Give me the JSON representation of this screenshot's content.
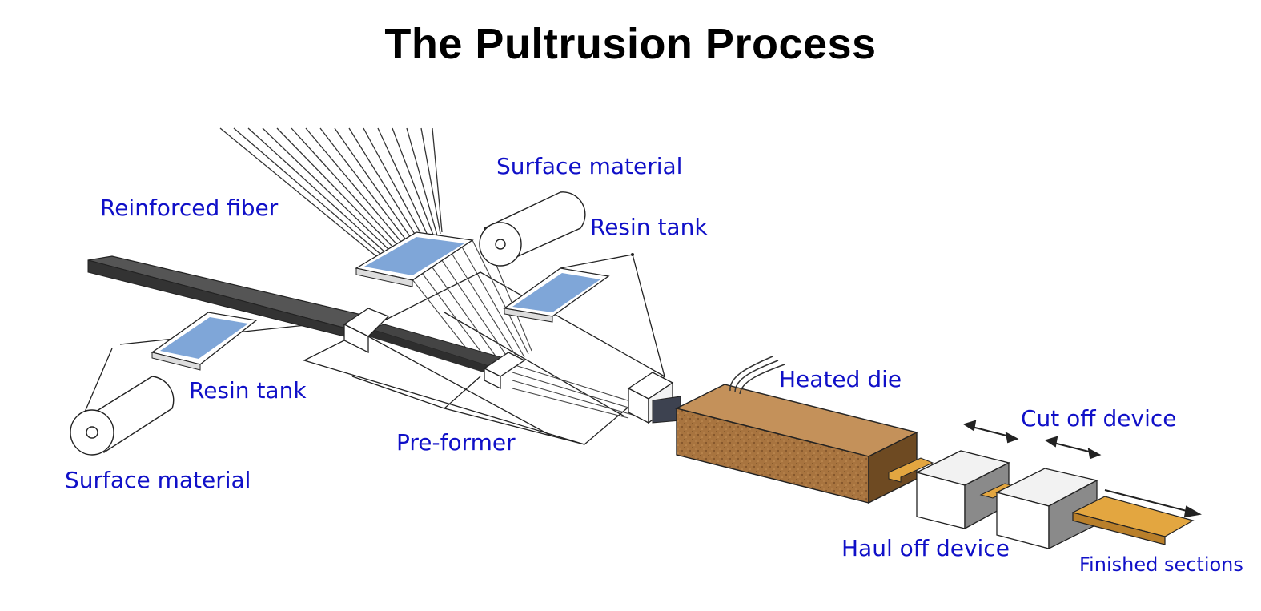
{
  "title": "The Pultrusion Process",
  "labels": {
    "reinforced_fiber": "Reinforced fiber",
    "surface_material_top": "Surface material",
    "resin_tank_top": "Resin tank",
    "resin_tank_left": "Resin tank",
    "surface_material_bottom": "Surface material",
    "pre_former": "Pre-former",
    "heated_die": "Heated die",
    "cut_off_device": "Cut off device",
    "haul_off_device": "Haul off device",
    "finished_sections": "Finished sections"
  },
  "colors": {
    "label_text": "#1010c8",
    "resin": "#7fa6d8",
    "heated_die": "#a8743f",
    "finished_section": "#e3a640",
    "frame_dark": "#4a4a4a"
  }
}
